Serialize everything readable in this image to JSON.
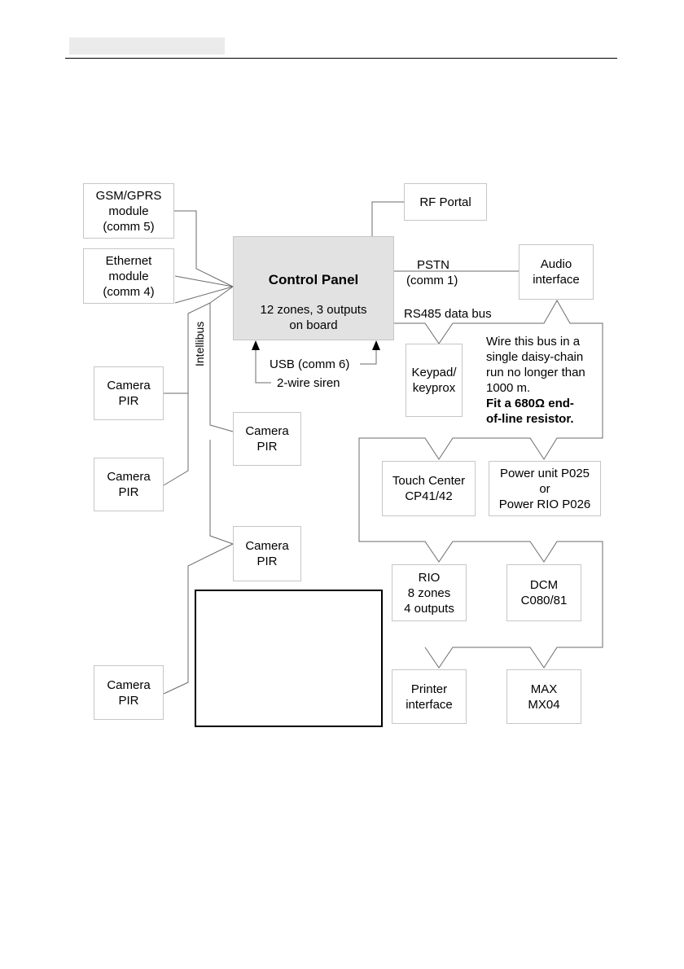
{
  "diagram": {
    "control_panel": {
      "title": "Control Panel",
      "subtitle_line1": "12 zones, 3 outputs",
      "subtitle_line2": "on board"
    },
    "gsm": {
      "line1": "GSM/GPRS",
      "line2": "module",
      "line3": "(comm 5)"
    },
    "ethernet": {
      "line1": "Ethernet",
      "line2": "module",
      "line3": "(comm 4)"
    },
    "rf_portal": "RF Portal",
    "audio": {
      "line1": "Audio",
      "line2": "interface"
    },
    "pstn": {
      "line1": "PSTN",
      "line2": "(comm 1)"
    },
    "rs485_label": "RS485 data bus",
    "keypad": {
      "line1": "Keypad/",
      "line2": "keyprox"
    },
    "usb_label": "USB (comm 6)",
    "siren_label": "2-wire siren",
    "intellibus_label": "Intellibus",
    "camera": {
      "line1": "Camera",
      "line2": "PIR"
    },
    "note": {
      "line1": "Wire this bus in a",
      "line2": "single daisy-chain",
      "line3": "run no longer than",
      "line4": "1000 m.",
      "line5": "Fit a 680Ω end-",
      "line6": "of-line resistor."
    },
    "touch_center": {
      "line1": "Touch Center",
      "line2": "CP41/42"
    },
    "power_unit": {
      "line1": "Power unit P025",
      "line2": "or",
      "line3": "Power RIO P026"
    },
    "rio": {
      "line1": "RIO",
      "line2": "8 zones",
      "line3": "4 outputs"
    },
    "dcm": {
      "line1": "DCM",
      "line2": "C080/81"
    },
    "printer": {
      "line1": "Printer",
      "line2": "interface"
    },
    "max": {
      "line1": "MAX",
      "line2": "MX04"
    }
  }
}
